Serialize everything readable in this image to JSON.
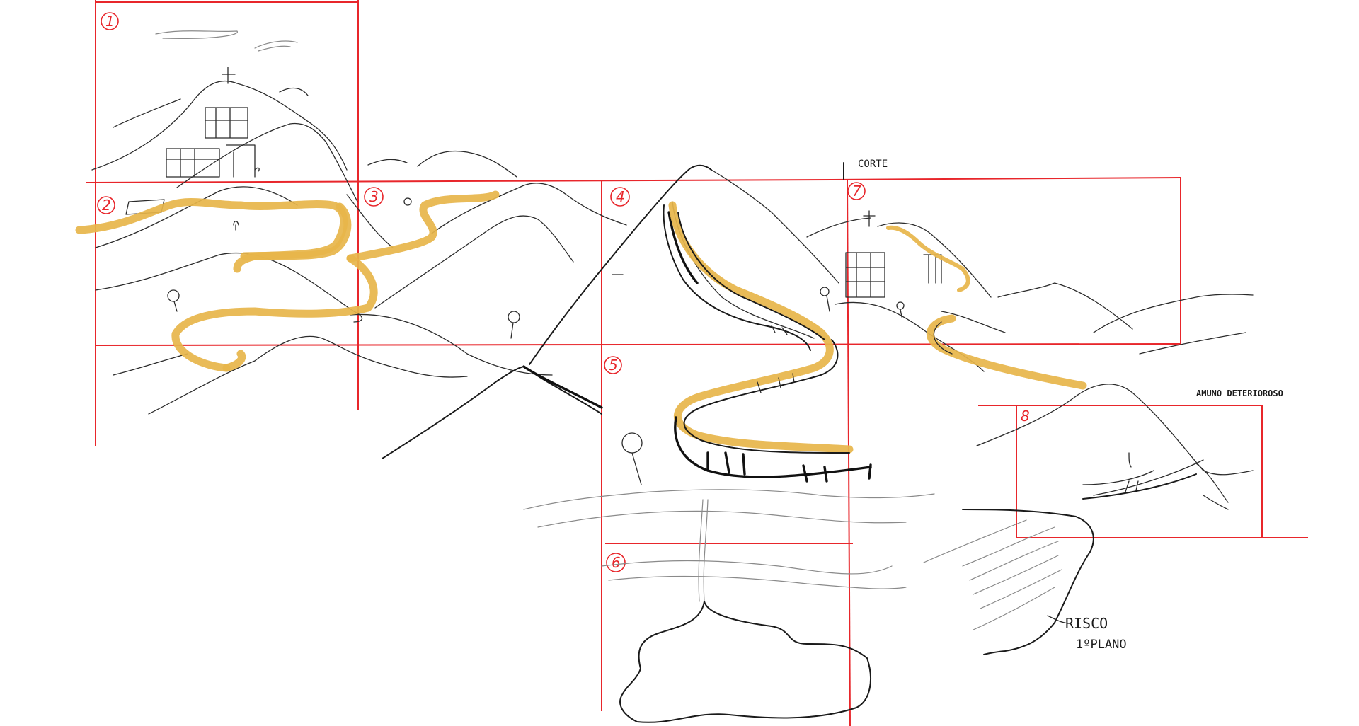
{
  "panels": [
    {
      "id": "1",
      "label": "1"
    },
    {
      "id": "2",
      "label": "2"
    },
    {
      "id": "3",
      "label": "3"
    },
    {
      "id": "4",
      "label": "4"
    },
    {
      "id": "5",
      "label": "5"
    },
    {
      "id": "6",
      "label": "6"
    },
    {
      "id": "7",
      "label": "7"
    },
    {
      "id": "8",
      "label": "8"
    }
  ],
  "annotations": {
    "corte": "CORTE",
    "amuno": "AMUNO DETERIOROSO",
    "risco_line1": "RISCO",
    "risco_line2": "1ºPLANO"
  },
  "colors": {
    "frame": "#e8262b",
    "road": "#e7b54a",
    "ink": "#1a1a1a",
    "background": "#ffffff"
  }
}
